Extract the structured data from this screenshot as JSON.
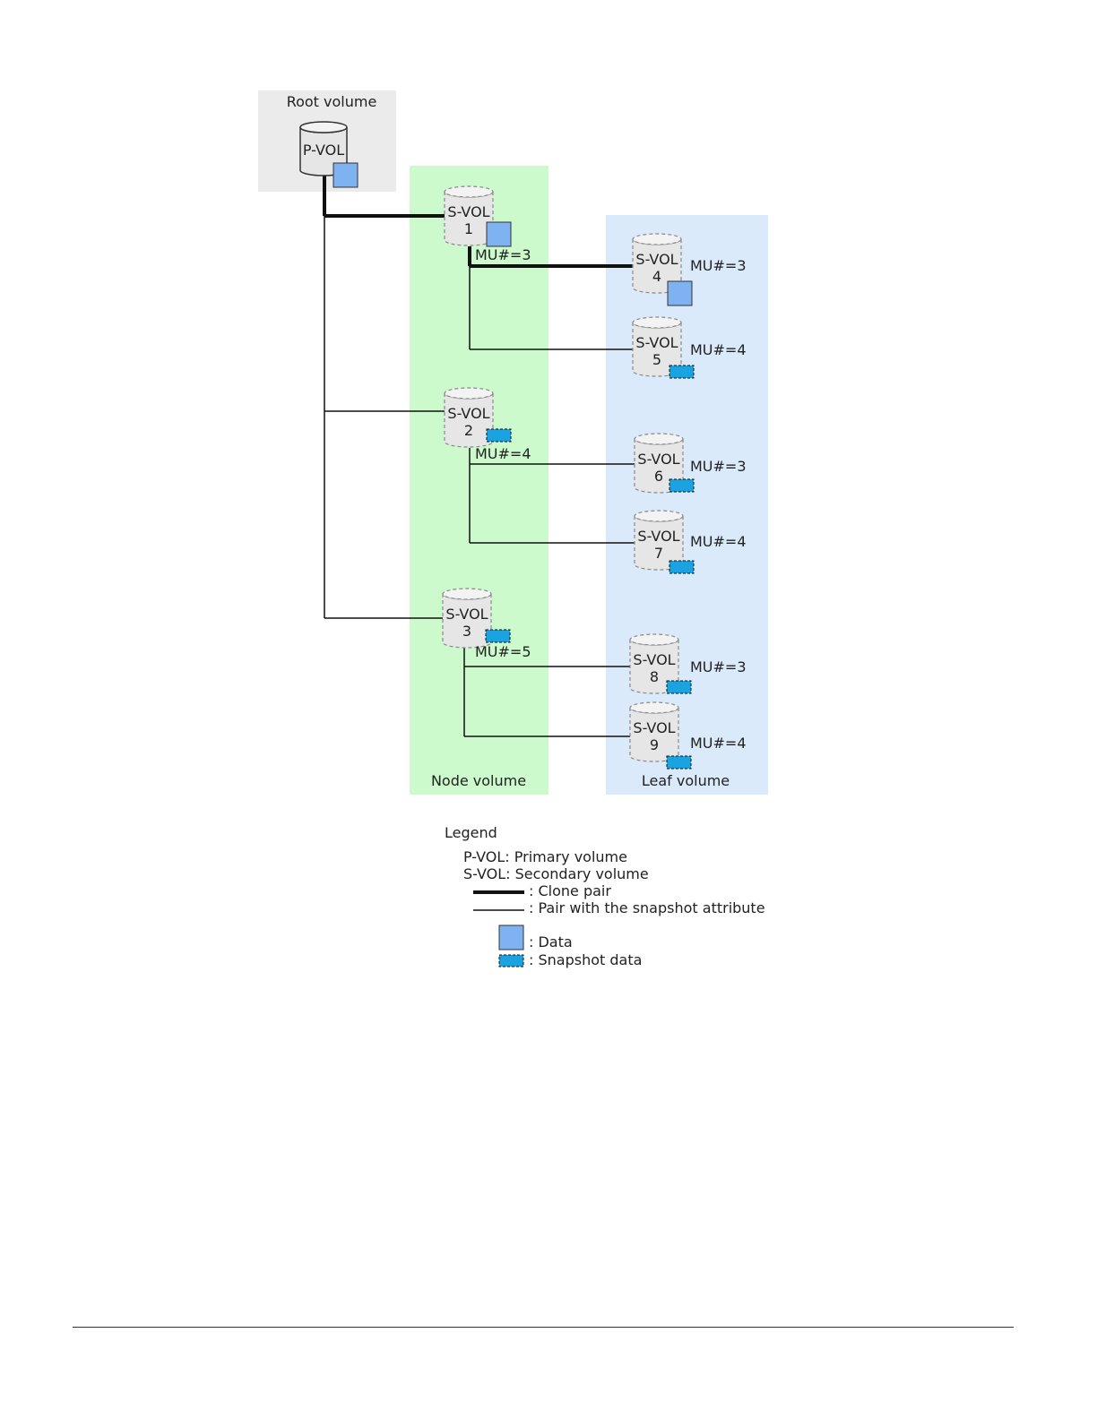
{
  "regions": {
    "root": "Root volume",
    "node": "Node volume",
    "leaf": "Leaf volume"
  },
  "volumes": {
    "pvol": {
      "label": "P-VOL",
      "num": "",
      "data": "data"
    },
    "s1": {
      "label": "S-VOL",
      "num": "1",
      "data": "data",
      "mu": "MU#=3"
    },
    "s2": {
      "label": "S-VOL",
      "num": "2",
      "data": "snapshot",
      "mu": "MU#=4"
    },
    "s3": {
      "label": "S-VOL",
      "num": "3",
      "data": "snapshot",
      "mu": "MU#=5"
    },
    "s4": {
      "label": "S-VOL",
      "num": "4",
      "data": "data",
      "mu": "MU#=3"
    },
    "s5": {
      "label": "S-VOL",
      "num": "5",
      "data": "snapshot",
      "mu": "MU#=4"
    },
    "s6": {
      "label": "S-VOL",
      "num": "6",
      "data": "snapshot",
      "mu": "MU#=3"
    },
    "s7": {
      "label": "S-VOL",
      "num": "7",
      "data": "snapshot",
      "mu": "MU#=4"
    },
    "s8": {
      "label": "S-VOL",
      "num": "8",
      "data": "snapshot",
      "mu": "MU#=3"
    },
    "s9": {
      "label": "S-VOL",
      "num": "9",
      "data": "snapshot",
      "mu": "MU#=4"
    }
  },
  "pairs": [
    {
      "from": "pvol",
      "to": "s1",
      "type": "clone"
    },
    {
      "from": "pvol",
      "to": "s2",
      "type": "snapshot"
    },
    {
      "from": "pvol",
      "to": "s3",
      "type": "snapshot"
    },
    {
      "from": "s1",
      "to": "s4",
      "type": "clone"
    },
    {
      "from": "s1",
      "to": "s5",
      "type": "snapshot"
    },
    {
      "from": "s2",
      "to": "s6",
      "type": "snapshot"
    },
    {
      "from": "s2",
      "to": "s7",
      "type": "snapshot"
    },
    {
      "from": "s3",
      "to": "s8",
      "type": "snapshot"
    },
    {
      "from": "s3",
      "to": "s9",
      "type": "snapshot"
    }
  ],
  "legend": {
    "title": "Legend",
    "pvol": "P-VOL: Primary volume",
    "svol": "S-VOL: Secondary volume",
    "clone": ": Clone pair",
    "snapshot_pair": ": Pair with the snapshot attribute",
    "data": ": Data",
    "snapshot_data": ": Snapshot data"
  },
  "colors": {
    "root_bg": "#ebebeb",
    "node_bg": "#ccfacc",
    "leaf_bg": "#dbeafb",
    "data": "#7fb2f0",
    "snapshot": "#1aa3e0",
    "cylinder": "#e6e6e6"
  }
}
